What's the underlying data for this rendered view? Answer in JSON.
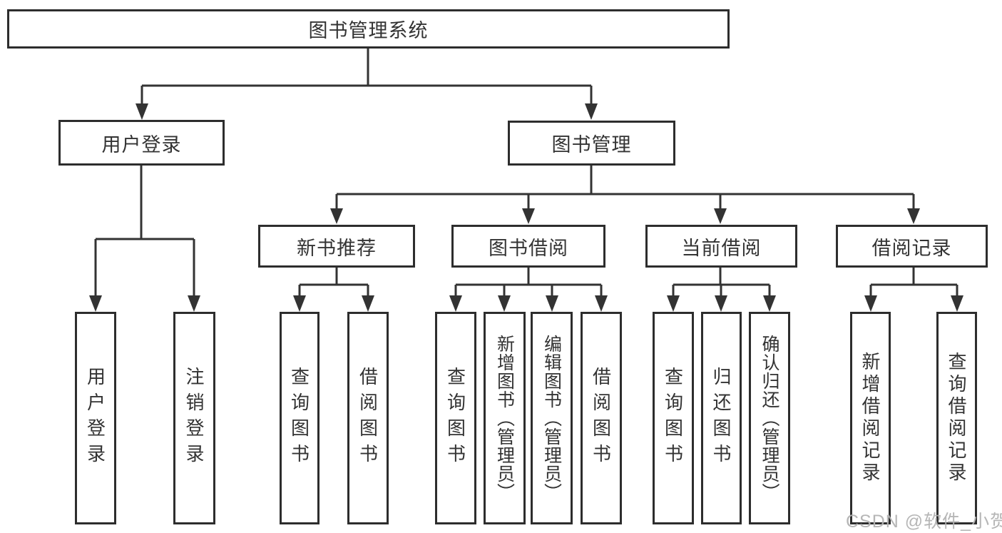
{
  "tree": {
    "root": {
      "label": "图书管理系统"
    },
    "level2": {
      "user_login": {
        "label": "用户登录"
      },
      "book_management": {
        "label": "图书管理"
      }
    },
    "level3": {
      "new_book_recommend": {
        "label": "新书推荐"
      },
      "book_borrow": {
        "label": "图书借阅"
      },
      "current_borrow": {
        "label": "当前借阅"
      },
      "borrow_records": {
        "label": "借阅记录"
      }
    },
    "leaves": {
      "user_login": [
        "用户登录",
        "注销登录"
      ],
      "new_book_recommend": [
        "查询图书",
        "借阅图书"
      ],
      "book_borrow": [
        "查询图书",
        "新增图书（管理员）",
        "编辑图书（管理员）",
        "借阅图书"
      ],
      "current_borrow": [
        "查询图书",
        "归还图书",
        "确认归还（管理员）"
      ],
      "borrow_records": [
        "新增借阅记录",
        "查询借阅记录"
      ]
    }
  },
  "watermark": {
    "text": "CSDN @软件_小贺同学"
  },
  "colors": {
    "line": "#333333",
    "box_border": "#2d2d2d",
    "text": "#333333",
    "background": "#ffffff",
    "watermark": "#b2b2b2"
  }
}
